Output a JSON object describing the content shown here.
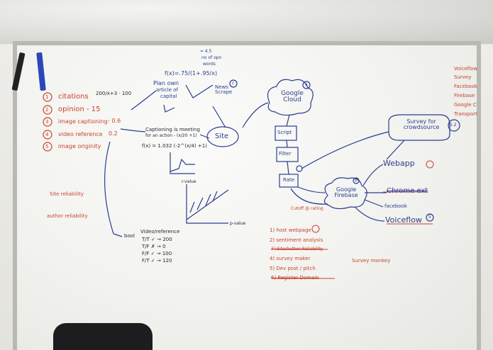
{
  "factors": [
    {
      "num": "1",
      "label": "citations",
      "formula": "200/x+3 · 100"
    },
    {
      "num": "2",
      "label": "opinion - 15",
      "formula": ""
    },
    {
      "num": "3",
      "label": "image captioning",
      "formula": "- 0.6"
    },
    {
      "num": "4",
      "label": "video reference",
      "formula": "0.2"
    },
    {
      "num": "5",
      "label": "image originity",
      "formula": ""
    }
  ],
  "side_notes": [
    "Site reliability",
    "author reliability"
  ],
  "top_notes": {
    "formula": "f(x)=.75/(1+.95/x)",
    "tick_note": [
      "= 4.5",
      "no of opn",
      "words"
    ],
    "plan_label": [
      "Plan own",
      "article of",
      "capital"
    ]
  },
  "caption_note": [
    "Captioning is meeting",
    "for an action - (x/20 +1)"
  ],
  "fx_formula": "f(x) = 1.032 (-2^(x/4) +1)",
  "graph_axis": {
    "y": "r-value",
    "x": "p-value"
  },
  "bool_table": {
    "label": "bool",
    "header": "Video/reference",
    "rows": [
      "T/T ✓ → 200",
      "T/F ✗ → 0",
      "F/F ✓ → 100",
      "F/T ✓ → 120"
    ]
  },
  "pipeline": {
    "cloud": "Google Cloud",
    "cloud_badge": "a",
    "news": "News Scrape",
    "news_badge": "c",
    "site": "Site",
    "boxes": [
      "Script",
      "Filter",
      "Rate"
    ],
    "firebase": "Google Firebase",
    "firebase_badge": "b",
    "survey": "Survey for crowdsource",
    "survey_badge": "5.2",
    "webapp": "Webapp",
    "chrome": "Chrome ext",
    "facebook": "facebook",
    "voiceflow": "Voiceflow",
    "voice_badge": "5",
    "arrow_note": "Cutoff @ rating"
  },
  "todo": [
    "1) host webpage",
    "2) sentiment analysis",
    "3) Site/Author Reliability",
    "4) survey maker",
    "5) Dev post / pitch",
    "6) Register Domain"
  ],
  "survey_monkey": "Survey monkey",
  "right_list": [
    "Voiceflow",
    "Survey",
    "Facebook",
    "Firebase",
    "Google C",
    "Transport"
  ],
  "colors": {
    "board": "#f2f2ef",
    "blue_ink": "#2a3e8f",
    "red_ink": "#c7432e",
    "dark_ink": "#1f2430"
  }
}
